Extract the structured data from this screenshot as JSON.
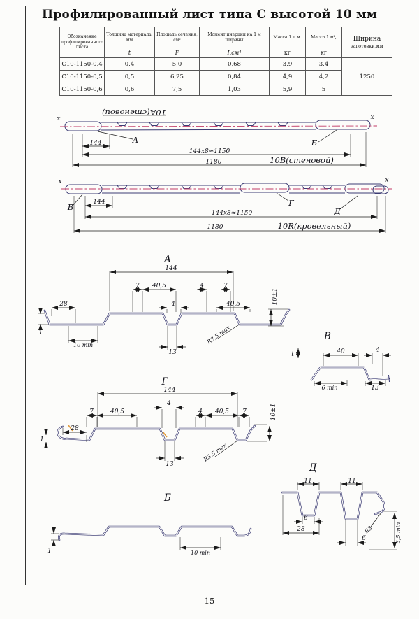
{
  "page": {
    "title": "Профилированный лист типа С высотой 10 мм",
    "page_number": "15"
  },
  "table": {
    "col_designation": "Обозначение профилированного листа",
    "col_thickness": "Толщина материала, мм",
    "col_area": "Площадь сечения, см²",
    "col_inertia": "Момент инерции на 1 м ширины",
    "col_mass_pm": "Масса 1 п.м.",
    "col_mass_m2": "Масса 1 м²,",
    "col_width_1": "Ширина",
    "col_width_2": "заготовки,мм",
    "sub_t": "t",
    "sub_F": "F",
    "sub_I": "I,см⁴",
    "sub_kg1": "кг",
    "sub_kg2": "кг",
    "rows": [
      {
        "designation": "С10-1150-0,4",
        "t": "0,4",
        "F": "5,0",
        "I": "0,68",
        "mass_pm": "3,9",
        "mass_m2": "3,4"
      },
      {
        "designation": "С10-1150-0,5",
        "t": "0,5",
        "F": "6,25",
        "I": "0,84",
        "mass_pm": "4,9",
        "mass_m2": "4,2"
      },
      {
        "designation": "С10-1150-0,6",
        "t": "0,6",
        "F": "7,5",
        "I": "1,03",
        "mass_pm": "5,9",
        "mass_m2": "5"
      }
    ],
    "blank_width": "1250"
  },
  "overview": {
    "wall_name_top": "10А(стеновой)",
    "wall_name": "10В(стеновой)",
    "roof_name": "10R(кровельный)",
    "axis_mark": "x",
    "wall": {
      "mark_a": "А",
      "mark_b": "Б",
      "pitch": "144",
      "series": "144х8≈1150",
      "overall": "1180"
    },
    "roof": {
      "mark_v": "В",
      "mark_g": "Г",
      "mark_d": "Д",
      "pitch": "144",
      "series": "144х8≈1150",
      "overall": "1180"
    }
  },
  "detail_a": {
    "title": "А",
    "d144": "144",
    "d7a": "7",
    "d405a": "40,5",
    "d4a": "4",
    "d7b": "7",
    "d4b": "4",
    "d405b": "40,5",
    "d28": "28",
    "d10pm": "10±1",
    "d1": "1",
    "d10min": "10 min",
    "d13": "13",
    "drad": "R3,5 max",
    "dt": "t"
  },
  "detail_v": {
    "title": "В",
    "d40": "40",
    "d4": "4",
    "d6min": "6 min",
    "d13": "13"
  },
  "detail_g": {
    "title": "Г",
    "d144": "144",
    "d7a": "7",
    "d405a": "40,5",
    "d4a": "4",
    "d4b": "4",
    "d405b": "40,5",
    "d7b": "7",
    "d28": "28",
    "d10pm": "10±1",
    "d13": "13",
    "drad": "R3,5 max",
    "d1": "1"
  },
  "detail_b": {
    "title": "Б",
    "d1": "1",
    "d10min": "10 min"
  },
  "detail_d": {
    "title": "Д",
    "d11a": "11",
    "d11b": "11",
    "d6a": "6",
    "d28": "28",
    "d6b": "6",
    "drad": "R3",
    "d35min": "3,5 min"
  }
}
